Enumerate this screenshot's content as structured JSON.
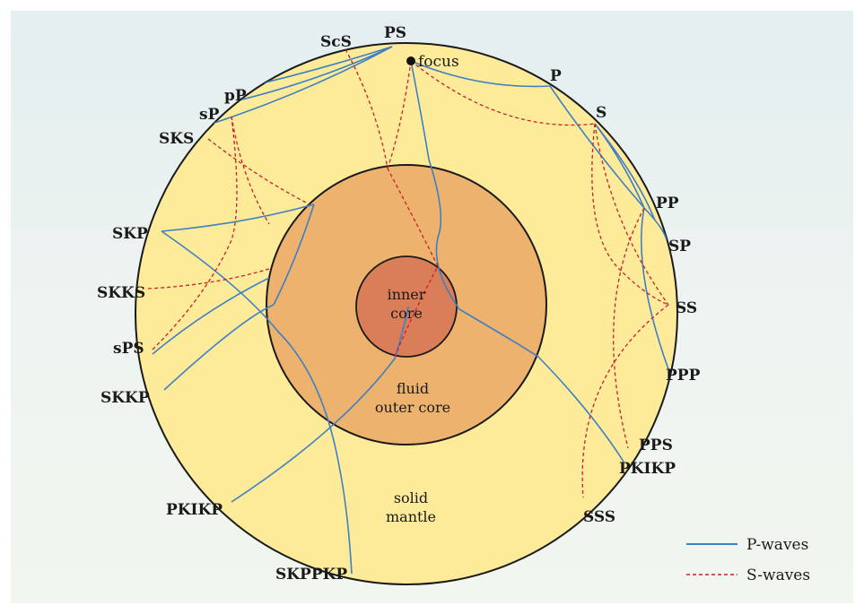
{
  "focus_label": "focus",
  "regions": {
    "inner_core": [
      "inner",
      "core"
    ],
    "outer_core": [
      "fluid",
      "outer core"
    ],
    "mantle": [
      "solid",
      "mantle"
    ]
  },
  "phase_labels": {
    "ScS": "ScS",
    "PS_top": "PS",
    "pP": "pP",
    "sP": "sP",
    "SKS": "SKS",
    "SKP": "SKP",
    "SKKS": "SKKS",
    "sPS": "sPS",
    "SKKP": "SKKP",
    "PKIKP_left": "PKIKP",
    "SKPPKP": "SKPPKP",
    "P": "P",
    "S": "S",
    "PP": "PP",
    "SP": "SP",
    "SS": "SS",
    "PPP": "PPP",
    "PPS": "PPS",
    "PKIKP_right": "PKIKP",
    "SSS": "SSS"
  },
  "legend": {
    "p_waves": "P-waves",
    "s_waves": "S-waves"
  },
  "colors": {
    "mantle": "#fdeb9a",
    "outer_core": "#ecb26e",
    "inner_core": "#d97e58",
    "p_wave": "#3f7fc4",
    "s_wave": "#c8202a"
  }
}
